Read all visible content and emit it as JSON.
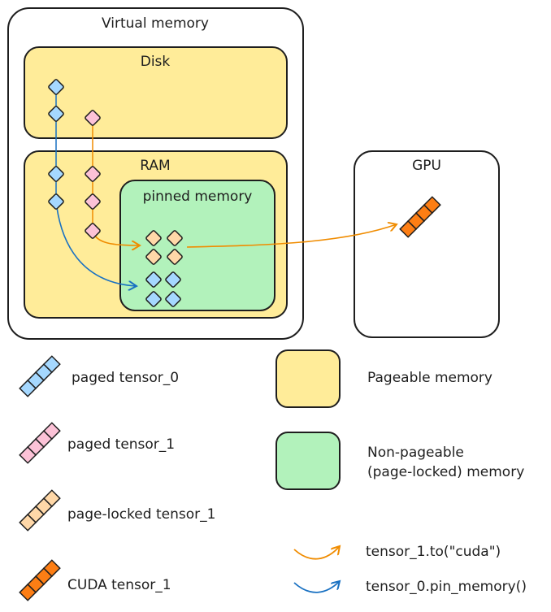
{
  "diagram": {
    "virtual_memory": {
      "title": "Virtual memory"
    },
    "disk": {
      "title": "Disk"
    },
    "ram": {
      "title": "RAM"
    },
    "pinned": {
      "title": "pinned memory"
    },
    "gpu": {
      "title": "GPU"
    }
  },
  "legend": {
    "tensors": [
      {
        "label": "paged tensor_0",
        "color": "#a5d8ff"
      },
      {
        "label": "paged tensor_1",
        "color": "#fcc2d7"
      },
      {
        "label": "page-locked tensor_1",
        "color": "#ffd8a8"
      },
      {
        "label": "CUDA tensor_1",
        "color": "#fd7e14"
      }
    ],
    "memory_types": [
      {
        "label": "Pageable memory",
        "color": "#ffec99"
      },
      {
        "label_line1": "Non-pageable",
        "label_line2": "(page-locked) memory",
        "color": "#b2f2bb"
      }
    ],
    "arrows": [
      {
        "label": "tensor_1.to(\"cuda\")",
        "color": "#f08c00"
      },
      {
        "label": "tensor_0.pin_memory()",
        "color": "#1971c2"
      }
    ]
  },
  "colors": {
    "stroke": "#1e1e1e",
    "pageable_fill": "#ffec99",
    "pinned_fill": "#b2f2bb",
    "blue": "#a5d8ff",
    "pink": "#fcc2d7",
    "peach": "#ffd8a8",
    "orange": "#fd7e14",
    "arrow_orange": "#f08c00",
    "arrow_blue": "#1971c2"
  }
}
